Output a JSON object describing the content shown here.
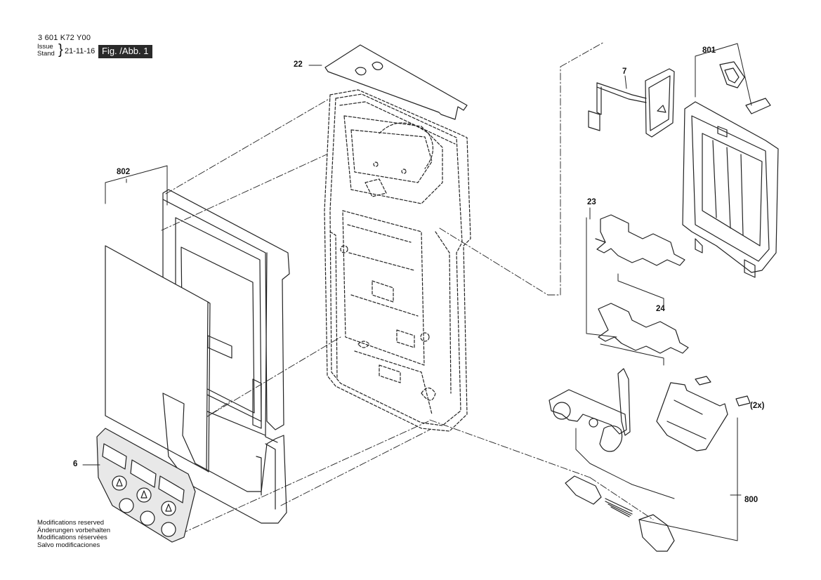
{
  "header": {
    "doc_code": "3 601 K72 Y00",
    "issue_label": "Issue",
    "stand_label": "Stand",
    "date": "21-11-16",
    "figure": "Fig. /Abb. 1"
  },
  "callouts": {
    "c22": "22",
    "c802": "802",
    "c6": "6",
    "c7": "7",
    "c801": "801",
    "c23": "23",
    "c24": "24",
    "c2x": "(2x)",
    "c800": "800"
  },
  "footer": [
    "Modifications reserved",
    "Änderungen vorbehalten",
    "Modifications réservées",
    "Salvo modificaciones"
  ]
}
